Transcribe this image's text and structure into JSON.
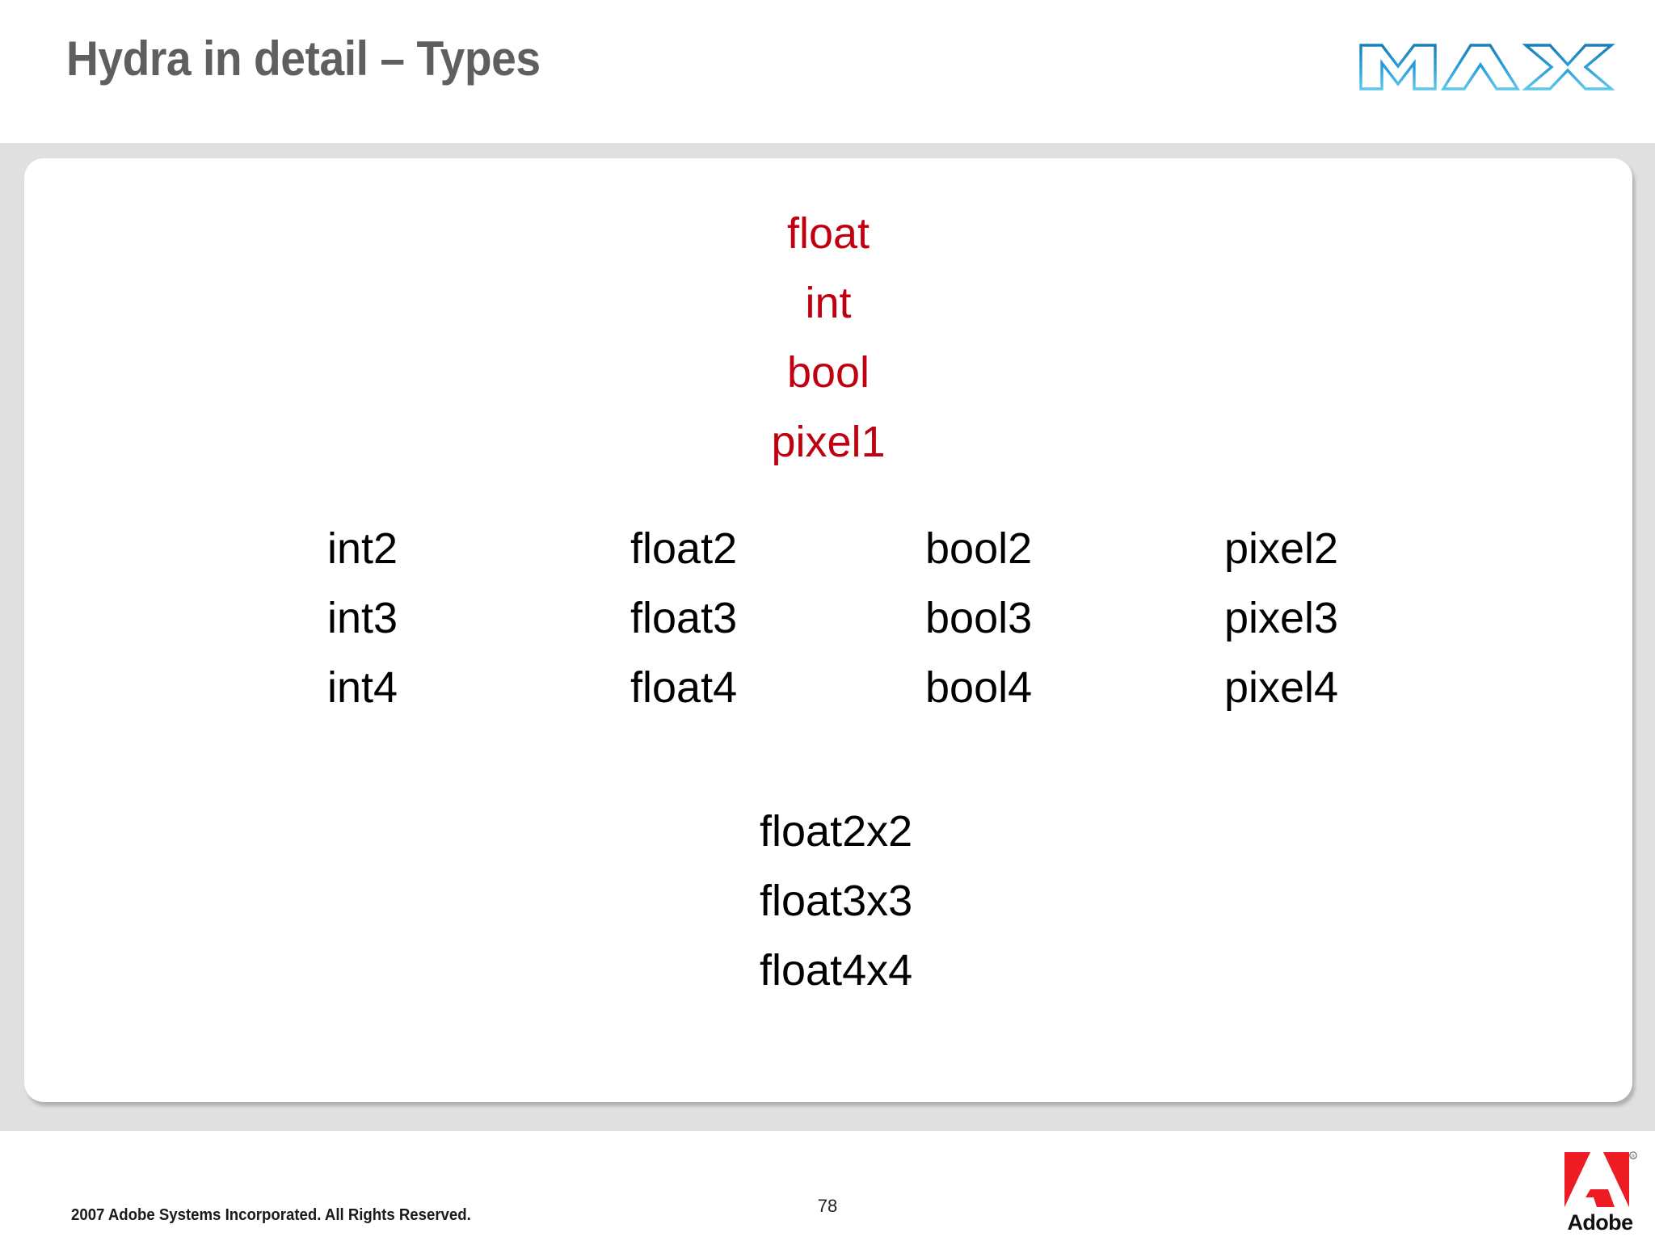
{
  "slide": {
    "title": "Hydra in detail – Types",
    "page_number": "78",
    "title_color": "#5f5f5f",
    "accent_red": "#c00011",
    "band_gray": "#e0e0e0",
    "max_logo_blue": "#27a3dd",
    "adobe_red": "#ed1c24"
  },
  "brand": {
    "max_logo_label": "MAX",
    "adobe_logo_label": "Adobe",
    "adobe_registered_mark": "®"
  },
  "content": {
    "scalar_types": [
      {
        "label": "float"
      },
      {
        "label": "int"
      },
      {
        "label": "bool"
      },
      {
        "label": "pixel1"
      }
    ],
    "vector_columns": [
      {
        "name": "int-column",
        "items": [
          "int2",
          "int3",
          "int4"
        ]
      },
      {
        "name": "float-column",
        "items": [
          "float2",
          "float3",
          "float4"
        ]
      },
      {
        "name": "bool-column",
        "items": [
          "bool2",
          "bool3",
          "bool4"
        ]
      },
      {
        "name": "pixel-column",
        "items": [
          "pixel2",
          "pixel3",
          "pixel4"
        ]
      }
    ],
    "matrix_types": [
      {
        "label": "float2x2"
      },
      {
        "label": "float3x3"
      },
      {
        "label": "float4x4"
      }
    ]
  },
  "footer": {
    "copyright": "2007 Adobe Systems Incorporated.  All Rights Reserved."
  }
}
